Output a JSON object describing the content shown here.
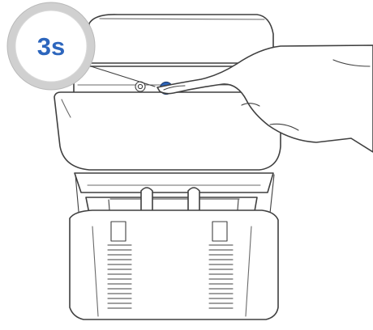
{
  "callout": {
    "label": "3s",
    "text_color": "#2d66bd",
    "ring_color": "#d0d0d0"
  },
  "button": {
    "color": "#2d66bd"
  },
  "icons": {
    "callout": "timer-callout",
    "hand": "finger-pressing-hand",
    "device": "robot-vacuum-dock"
  }
}
